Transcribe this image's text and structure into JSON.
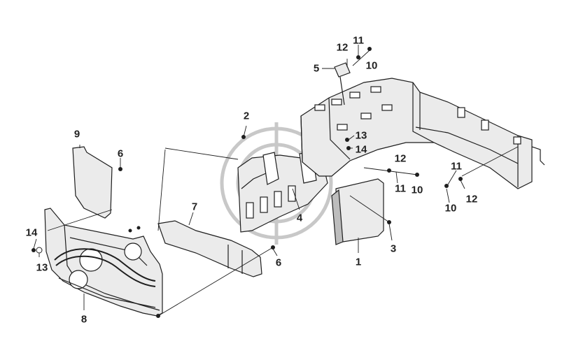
{
  "colors": {
    "line": "#1e1e1e",
    "fill": "#ebebeb",
    "fill_dark": "#bdbdbd",
    "label": "#222222",
    "watermark": "#c8c8c8"
  },
  "callouts": {
    "c1": "1",
    "c2": "2",
    "c3": "3",
    "c4": "4",
    "c5": "5",
    "c6a": "6",
    "c6b": "6",
    "c7": "7",
    "c8": "8",
    "c9": "9",
    "c10a": "10",
    "c10b": "10",
    "c10c": "10",
    "c11a": "11",
    "c11b": "11",
    "c11c": "11",
    "c12a": "12",
    "c12b": "12",
    "c12c": "12",
    "c13a": "13",
    "c13b": "13",
    "c14a": "14",
    "c14b": "14"
  }
}
